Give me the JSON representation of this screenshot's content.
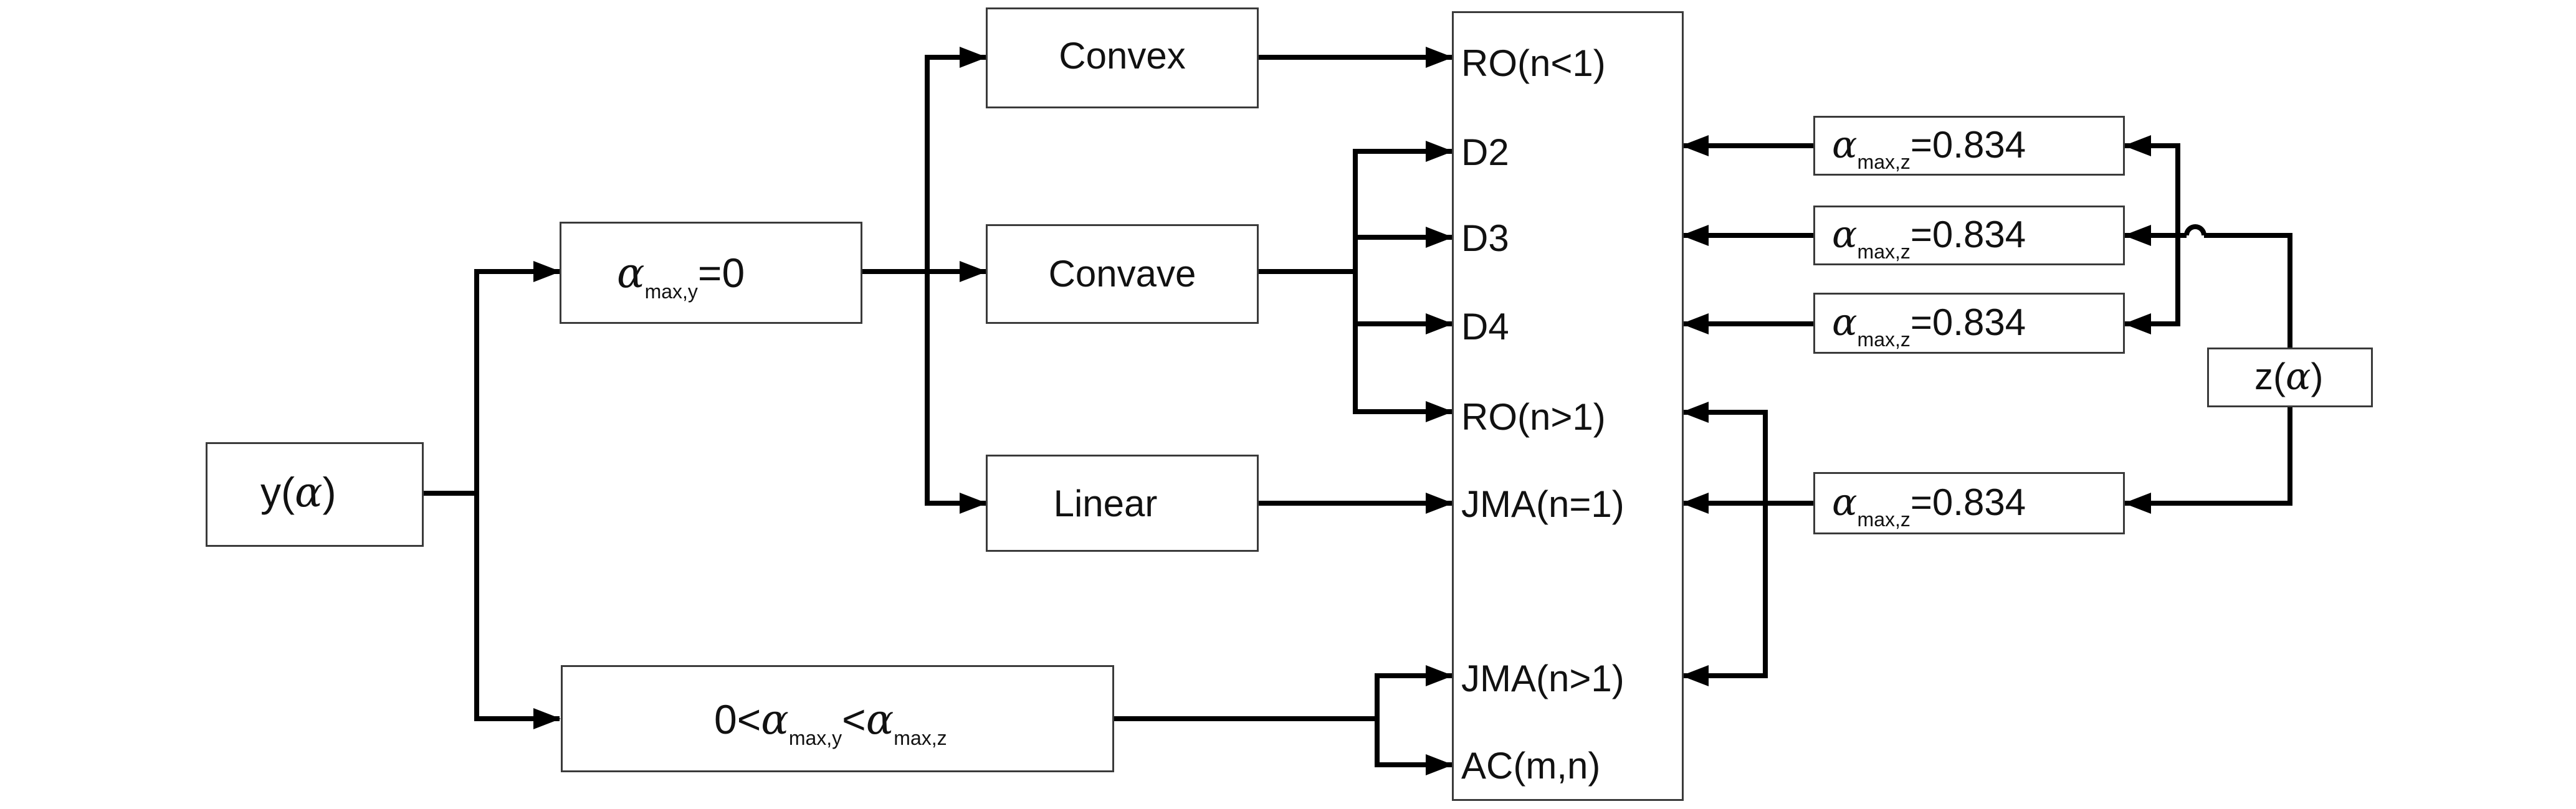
{
  "diagram": {
    "nodes": {
      "y": {
        "name": "y",
        "symbol": "α",
        "open": "(",
        "close": ")"
      },
      "alpha_zero": {
        "symbol": "α",
        "subscript": "max,y",
        "rest": "=0"
      },
      "mid_range": {
        "prefix": "0<",
        "symbol1": "α",
        "sub1": "max,y",
        "mid": "<",
        "symbol2": "α",
        "sub2": "max,z"
      },
      "convex": "Convex",
      "convave": "Convave",
      "linear": "Linear",
      "z": {
        "name": "z",
        "symbol": "α",
        "open": "(",
        "close": ")"
      }
    },
    "models": [
      "RO(n<1)",
      "D2",
      "D3",
      "D4",
      "RO(n>1)",
      "JMA(n=1)",
      "JMA(n>1)",
      "AC(m,n)"
    ],
    "z_boxes": [
      {
        "symbol": "α",
        "subscript": "max,z",
        "value": "=0.834"
      },
      {
        "symbol": "α",
        "subscript": "max,z",
        "value": "=0.834"
      },
      {
        "symbol": "α",
        "subscript": "max,z",
        "value": "=0.834"
      },
      {
        "symbol": "α",
        "subscript": "max,z",
        "value": "=0.834"
      }
    ],
    "colors": {
      "line": "#000000",
      "box_border": "#3a3a3a",
      "background": "#ffffff"
    }
  }
}
